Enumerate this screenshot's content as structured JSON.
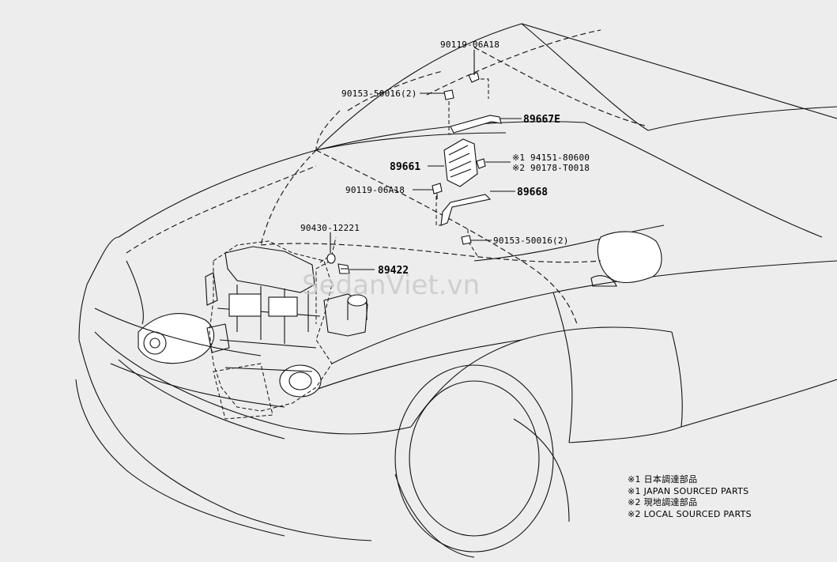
{
  "parts": {
    "p90119_top": "90119-06A18",
    "p90153_top": "90153-50016(2)",
    "p89667E": "89667E",
    "p94151": "※1 94151-80600",
    "p90178": "※2 90178-T0018",
    "p89661": "89661",
    "p90119_mid": "90119-06A18",
    "p89668": "89668",
    "p90430": "90430-12221",
    "p89422": "89422",
    "p90153_bot": "90153-50016(2)"
  },
  "watermark": "SedanViet.vn",
  "legend": [
    "※1 日本調達部品",
    "※1 JAPAN SOURCED PARTS",
    "※2 現地調達部品",
    "※2 LOCAL SOURCED PARTS"
  ],
  "colors": {
    "background": "#ededed",
    "ink": "#111111"
  }
}
